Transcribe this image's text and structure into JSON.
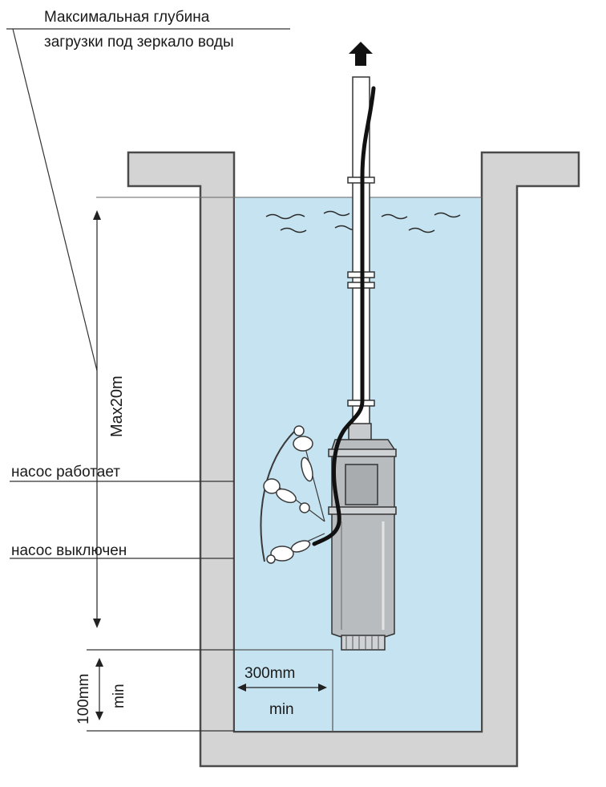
{
  "title": {
    "line1": "Максимальная глубина",
    "line2": "загрузки под зеркало воды"
  },
  "labels": {
    "pump_on": "насос работает",
    "pump_off": "насос выключен",
    "max_depth": "Max20m",
    "bottom_gap_value": "100mm",
    "bottom_gap_suffix": "min",
    "side_gap_value": "300mm",
    "side_gap_suffix": "min"
  },
  "colors": {
    "water": "#c5e3f1",
    "wall": "#d4d4d4",
    "wall_stroke": "#4a4a4a",
    "cable": "#111111",
    "pump_body": "#b9bcbf",
    "float_outline": "#3a3a3a"
  },
  "icons": {
    "flow_arrow": "arrow-up-icon",
    "float_switch": "float-switch-icon"
  }
}
